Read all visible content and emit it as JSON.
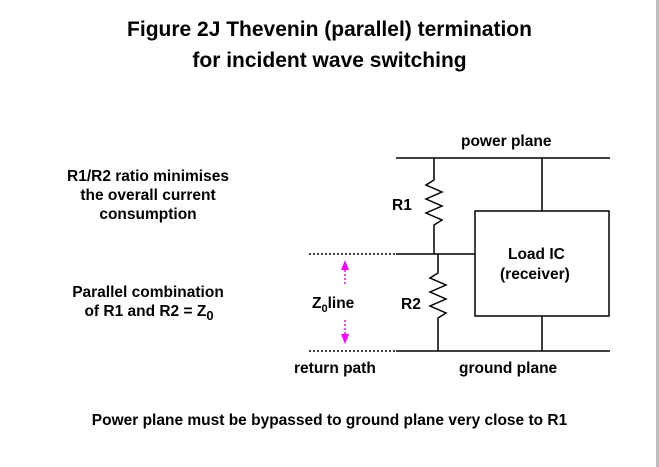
{
  "title": {
    "line1": "Figure 2J    Thevenin (parallel) termination",
    "line2": "for incident wave switching"
  },
  "notes": {
    "ratio": [
      "R1/R2 ratio minimises",
      "the overall current",
      "consumption"
    ],
    "parallel_line1": "Parallel combination",
    "parallel_line2_prefix": "of R1 and R2  = Z",
    "parallel_line2_sub": "0"
  },
  "labels": {
    "power_plane": "power plane",
    "ground_plane": "ground plane",
    "return_path": "return path",
    "r1": "R1",
    "r2": "R2",
    "load_ic_line1": "Load IC",
    "load_ic_line2": "(receiver)",
    "z0_prefix": "Z",
    "z0_sub": "0",
    "z0_suffix": "line"
  },
  "footer": "Power plane must be bypassed to ground plane very close to R1",
  "colors": {
    "arrow": "#ff00ff",
    "lines": "#000000"
  }
}
